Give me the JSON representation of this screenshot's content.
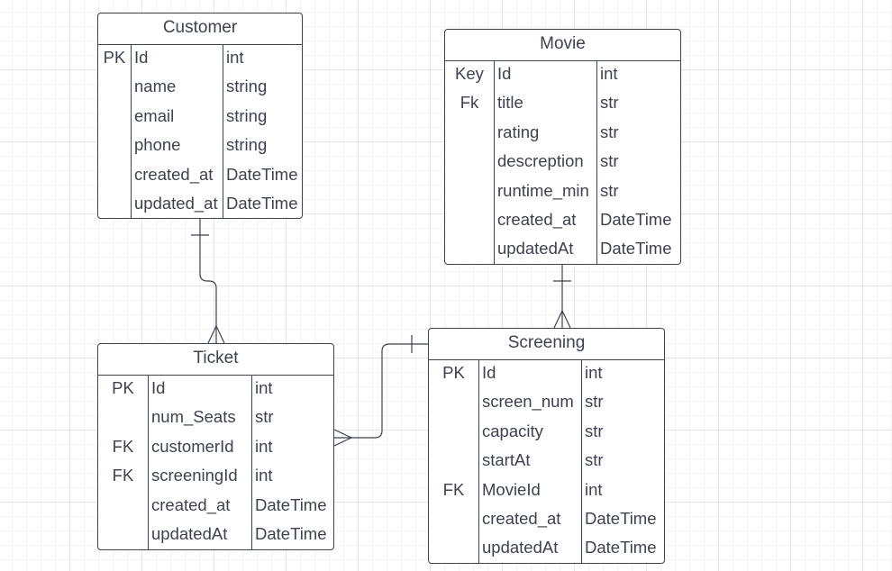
{
  "entities": {
    "customer": {
      "title": "Customer",
      "keys": [
        "PK",
        "",
        "",
        "",
        "",
        ""
      ],
      "fields": [
        "Id",
        "name",
        "email",
        "phone",
        "created_at",
        "updated_at"
      ],
      "types": [
        "int",
        "string",
        "string",
        "string",
        "DateTime",
        "DateTime"
      ]
    },
    "movie": {
      "title": "Movie",
      "keys": [
        "Key",
        "Fk",
        "",
        "",
        "",
        "",
        ""
      ],
      "fields": [
        "Id",
        "title",
        "rating",
        "descreption",
        "runtime_min",
        "created_at",
        "updatedAt"
      ],
      "types": [
        "int",
        "str",
        "str",
        "str",
        "str",
        "DateTime",
        "DateTime"
      ]
    },
    "ticket": {
      "title": "Ticket",
      "keys": [
        "PK",
        "",
        "FK",
        "FK",
        "",
        ""
      ],
      "fields": [
        "Id",
        "num_Seats",
        "customerId",
        "screeningId",
        "created_at",
        "updatedAt"
      ],
      "types": [
        "int",
        "str",
        "int",
        "int",
        "DateTime",
        "DateTime"
      ]
    },
    "screening": {
      "title": "Screening",
      "keys": [
        "PK",
        "",
        "",
        "",
        "FK",
        "",
        ""
      ],
      "fields": [
        "Id",
        "screen_num",
        "capacity",
        "startAt",
        "MovieId",
        "created_at",
        "updatedAt"
      ],
      "types": [
        "int",
        "str",
        "str",
        "str",
        "int",
        "DateTime",
        "DateTime"
      ]
    }
  },
  "relationships": [
    {
      "from": "Customer",
      "to": "Ticket",
      "from_end": "one",
      "to_end": "many"
    },
    {
      "from": "Screening",
      "to": "Ticket",
      "from_end": "one",
      "to_end": "many"
    },
    {
      "from": "Movie",
      "to": "Screening",
      "from_end": "one",
      "to_end": "many"
    }
  ],
  "colors": {
    "line": "#3c4252",
    "text": "#3c4252",
    "grid": "#e4e4e4",
    "background": "#ffffff"
  }
}
